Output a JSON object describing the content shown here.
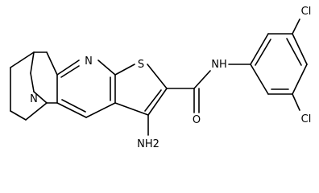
{
  "molecule": {
    "atoms": {
      "n_quinuclidine": "N",
      "n_pyridine": "N",
      "s_thiophene": "S",
      "amino": "NH2",
      "carbonyl_o": "O",
      "amide_nh": "NH",
      "cl_top": "Cl",
      "cl_bottom": "Cl"
    }
  }
}
